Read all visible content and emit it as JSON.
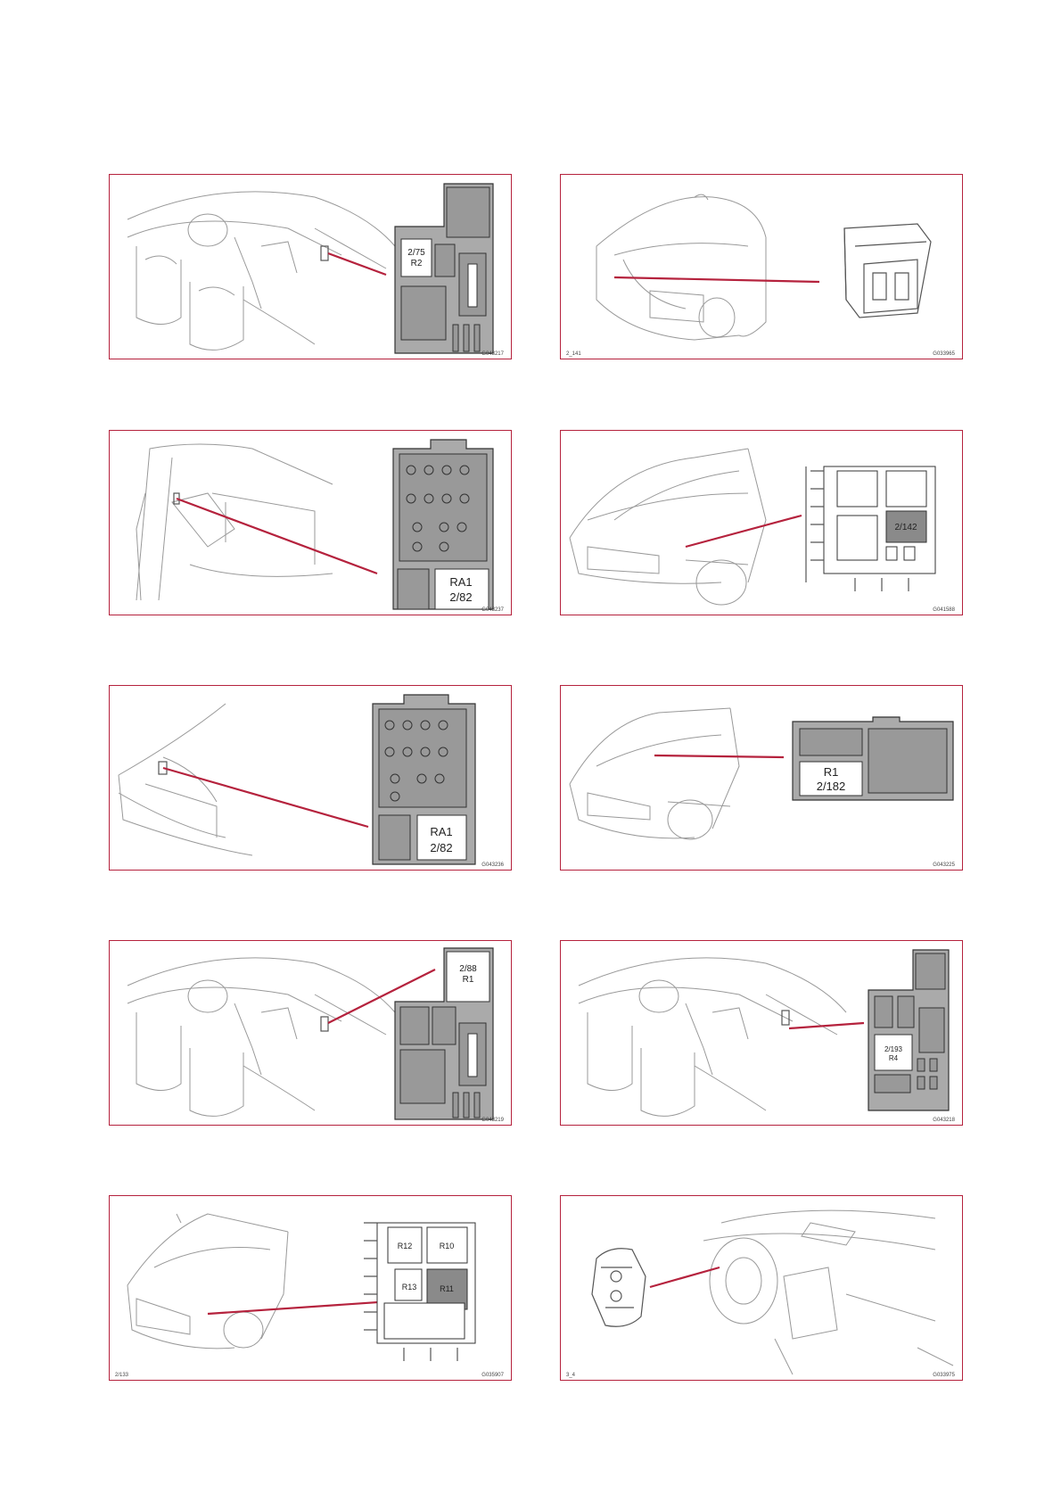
{
  "panels": [
    {
      "code": "G043217",
      "ref": "",
      "labels": [
        "2/75",
        "R2"
      ]
    },
    {
      "code": "G033965",
      "ref": "2_141",
      "labels": []
    },
    {
      "code": "G043237",
      "ref": "",
      "labels": [
        "RA1",
        "2/82"
      ]
    },
    {
      "code": "G041588",
      "ref": "",
      "labels": [
        "2/142"
      ]
    },
    {
      "code": "G043236",
      "ref": "",
      "labels": [
        "RA1",
        "2/82"
      ]
    },
    {
      "code": "G043225",
      "ref": "",
      "labels": [
        "R1",
        "2/182"
      ]
    },
    {
      "code": "G043219",
      "ref": "",
      "labels": [
        "2/88",
        "R1"
      ]
    },
    {
      "code": "G043218",
      "ref": "",
      "labels": [
        "2/193",
        "R4"
      ]
    },
    {
      "code": "G035907",
      "ref": "2/133",
      "labels": [
        "R12",
        "R10",
        "R13",
        "R11"
      ]
    },
    {
      "code": "G033975",
      "ref": "3_4",
      "labels": []
    }
  ],
  "colors": {
    "frame": "#b5223d",
    "pointer": "#b5223d",
    "box": "#aaaaaa"
  }
}
